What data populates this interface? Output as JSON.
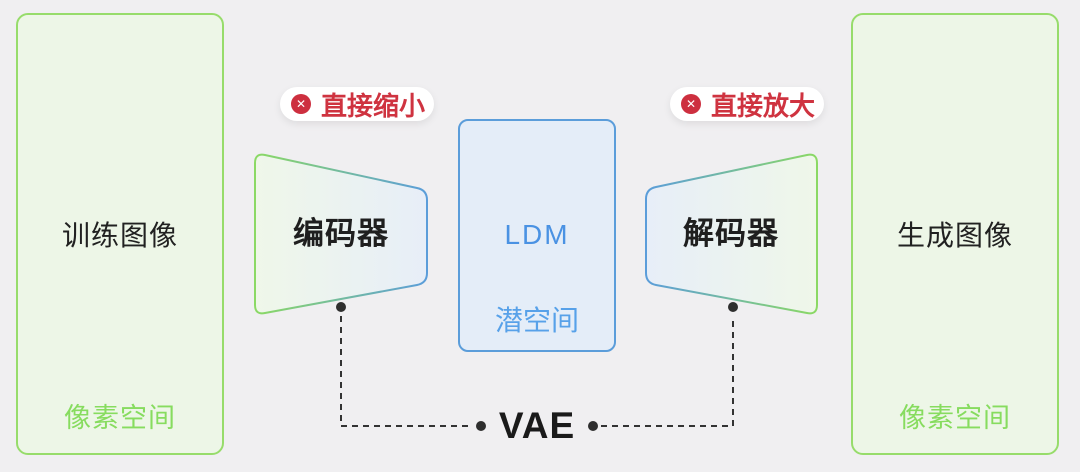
{
  "diagram": {
    "type": "ldm-vae-architecture",
    "left_panel": {
      "title": "训练图像",
      "footer": "像素空间"
    },
    "right_panel": {
      "title": "生成图像",
      "footer": "像素空间"
    },
    "encoder": {
      "label": "编码器"
    },
    "decoder": {
      "label": "解码器"
    },
    "latent_box": {
      "title": "LDM",
      "subtitle": "潜空间"
    },
    "badges": {
      "icon_glyph": "✕",
      "left_text": "直接缩小",
      "right_text": "直接放大"
    },
    "vae_label": "VAE",
    "colors": {
      "background": "#f0eff1",
      "green_border": "#97dc6b",
      "green_fill": "#edf6e7",
      "green_text": "#87dc5f",
      "blue_border": "#5b9dda",
      "blue_fill": "#e4edf8",
      "blue_text": "#4a92e3",
      "red_badge": "#cd2f3f",
      "red_text": "#cf3340",
      "dark_text": "#212121",
      "connector": "#333333"
    }
  }
}
